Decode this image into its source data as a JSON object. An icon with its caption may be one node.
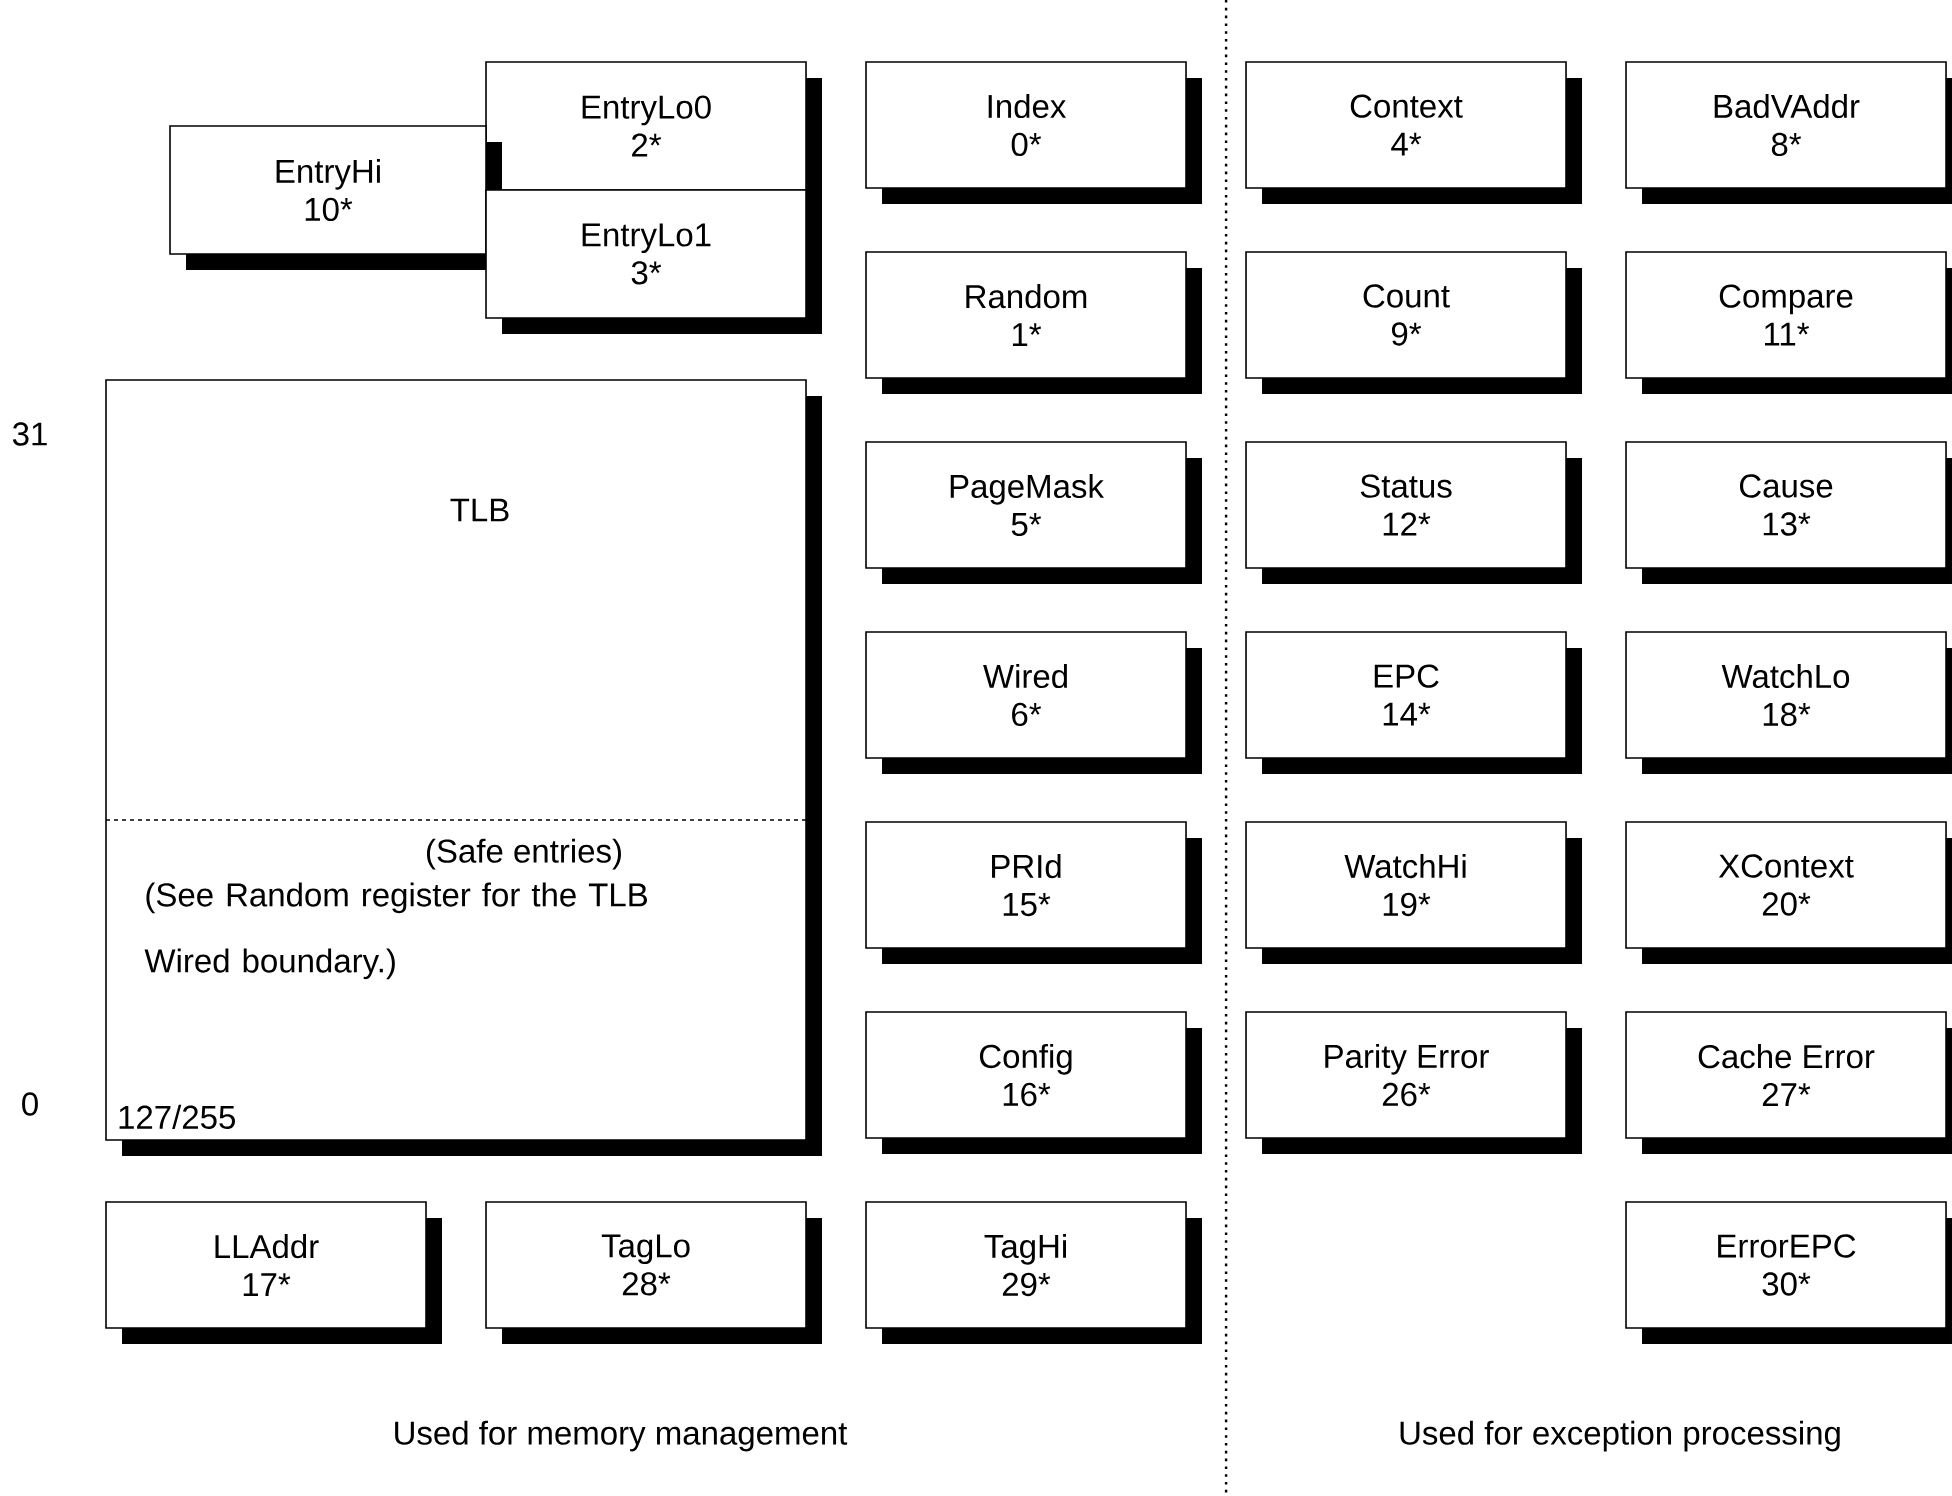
{
  "diagram": {
    "nodes": [
      {
        "text": [
          "EntryLo0",
          "2*"
        ]
      },
      {
        "text": [
          "EntryHi",
          "10*"
        ]
      },
      {
        "text": [
          "EntryLo1",
          "3*"
        ]
      },
      {
        "text": [
          "Index",
          "0*"
        ]
      },
      {
        "text": [
          "Context",
          "4*"
        ]
      },
      {
        "text": [
          "BadVAddr",
          "8*"
        ]
      },
      {
        "text": [
          "Random",
          "1*"
        ]
      },
      {
        "text": [
          "Count",
          "9*"
        ]
      },
      {
        "text": [
          "Compare",
          "11*"
        ]
      },
      {
        "text": [
          "TLB",
          "(Safe entries)",
          "(See Random register for the TLB Wired boundary.)",
          "127/255"
        ]
      },
      {
        "text": [
          "PageMask",
          "5*"
        ]
      },
      {
        "text": [
          "Status",
          "12*"
        ]
      },
      {
        "text": [
          "Cause",
          "13*"
        ]
      },
      {
        "text": [
          "Wired",
          "6*"
        ]
      },
      {
        "text": [
          "EPC",
          "14*"
        ]
      },
      {
        "text": [
          "WatchLo",
          "18*"
        ]
      },
      {
        "text": [
          "PRId",
          "15*"
        ]
      },
      {
        "text": [
          "WatchHi",
          "19*"
        ]
      },
      {
        "text": [
          "XContext",
          "20*"
        ]
      },
      {
        "text": [
          "Config",
          "16*"
        ]
      },
      {
        "text": [
          "Parity Error",
          "26*"
        ]
      },
      {
        "text": [
          "Cache Error",
          "27*"
        ]
      },
      {
        "text": [
          "LLAddr",
          "17*"
        ]
      },
      {
        "text": [
          "TagLo",
          "28*"
        ]
      },
      {
        "text": [
          "TagHi",
          "29*"
        ]
      },
      {
        "text": [
          "ErrorEPC",
          "30*"
        ]
      }
    ],
    "labels": [
      "31",
      "0",
      "Used for memory management",
      "Used for exception processing"
    ]
  }
}
